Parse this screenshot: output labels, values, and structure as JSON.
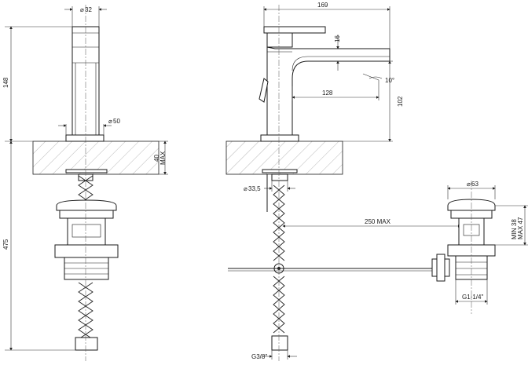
{
  "left_view": {
    "d_top": "32",
    "h_body": "148",
    "d_base": "50",
    "slab_max": "40\nMAX",
    "slab_max_value": "40",
    "slab_max_word": "MAX",
    "total": "475"
  },
  "right_view": {
    "reach": "169",
    "spout_h": "16",
    "angle": "10°",
    "spout_len": "128",
    "height": "102",
    "d_hole": "33,5",
    "rod_len": "250 MAX",
    "inlet": "G3/8\""
  },
  "waste": {
    "d_cap": "63",
    "min": "MIN 38",
    "max": "MAX 47",
    "thread": "G1-1/4\""
  }
}
